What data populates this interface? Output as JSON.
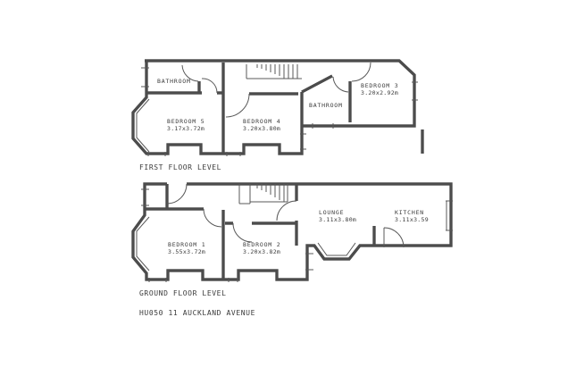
{
  "drawing": {
    "address_line": "HU050 11 AUCKLAND AVENUE",
    "line_color": "#4c4c4c",
    "background_color": "#ffffff",
    "floors": [
      {
        "label": "FIRST FLOOR LEVEL",
        "rooms": [
          {
            "name": "BATHROOM",
            "dims": ""
          },
          {
            "name": "BEDROOM 5",
            "dims": "3.17x3.72m"
          },
          {
            "name": "BEDROOM 4",
            "dims": "3.20x3.80m"
          },
          {
            "name": "BATHROOM",
            "dims": ""
          },
          {
            "name": "BEDROOM 3",
            "dims": "3.20x2.92m"
          }
        ]
      },
      {
        "label": "GROUND FLOOR LEVEL",
        "rooms": [
          {
            "name": "BEDROOM 1",
            "dims": "3.55x3.72m"
          },
          {
            "name": "BEDROOM 2",
            "dims": "3.20x3.82m"
          },
          {
            "name": "LOUNGE",
            "dims": "3.11x3.80m"
          },
          {
            "name": "KITCHEN",
            "dims": "3.11x3.59"
          }
        ]
      }
    ]
  }
}
